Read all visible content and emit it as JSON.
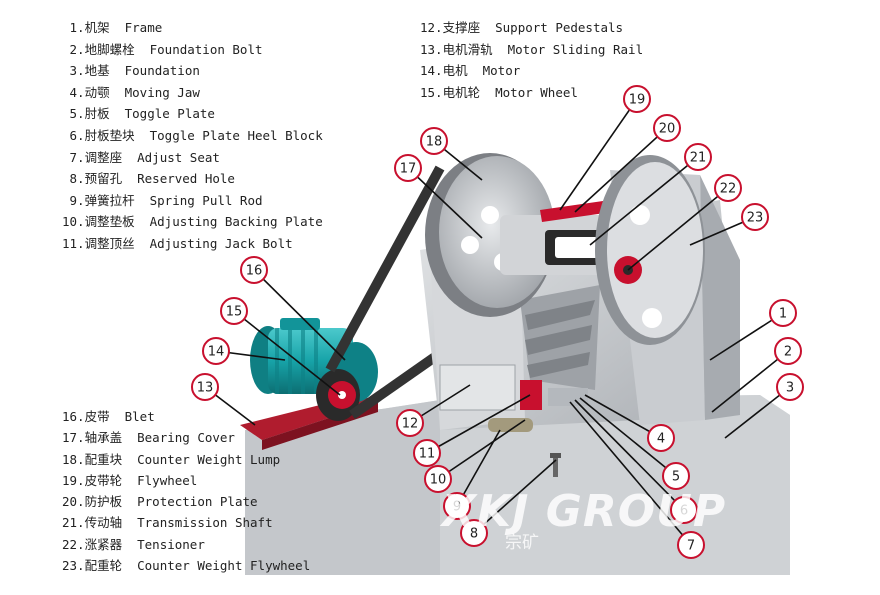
{
  "legend": [
    {
      "num": "1.",
      "cn": "机架",
      "en": "Frame"
    },
    {
      "num": "2.",
      "cn": "地脚螺栓",
      "en": "Foundation Bolt"
    },
    {
      "num": "3.",
      "cn": "地基",
      "en": "Foundation"
    },
    {
      "num": "4.",
      "cn": "动颚",
      "en": "Moving Jaw"
    },
    {
      "num": "5.",
      "cn": "肘板",
      "en": "Toggle Plate"
    },
    {
      "num": "6.",
      "cn": "肘板垫块",
      "en": "Toggle Plate Heel Block"
    },
    {
      "num": "7.",
      "cn": "调整座",
      "en": "Adjust Seat"
    },
    {
      "num": "8.",
      "cn": "预留孔",
      "en": "Reserved Hole"
    },
    {
      "num": "9.",
      "cn": "弹簧拉杆",
      "en": "Spring Pull Rod"
    },
    {
      "num": "10.",
      "cn": "调整垫板",
      "en": "Adjusting Backing Plate"
    },
    {
      "num": "11.",
      "cn": "调整顶丝",
      "en": "Adjusting Jack Bolt"
    },
    {
      "num": "12.",
      "cn": "支撑座",
      "en": "Support Pedestals"
    },
    {
      "num": "13.",
      "cn": "电机滑轨",
      "en": "Motor Sliding Rail"
    },
    {
      "num": "14.",
      "cn": "电机",
      "en": "Motor"
    },
    {
      "num": "15.",
      "cn": "电机轮",
      "en": "Motor Wheel"
    },
    {
      "num": "16.",
      "cn": "皮带",
      "en": "Blet"
    },
    {
      "num": "17.",
      "cn": "轴承盖",
      "en": "Bearing Cover"
    },
    {
      "num": "18.",
      "cn": "配重块",
      "en": "Counter Weight Lump"
    },
    {
      "num": "19.",
      "cn": "皮带轮",
      "en": "Flywheel"
    },
    {
      "num": "20.",
      "cn": "防护板",
      "en": "Protection Plate"
    },
    {
      "num": "21.",
      "cn": "传动轴",
      "en": "Transmission Shaft"
    },
    {
      "num": "22.",
      "cn": "涨紧器",
      "en": "Tensioner"
    },
    {
      "num": "23.",
      "cn": "配重轮",
      "en": "Counter Weight Flywheel"
    }
  ],
  "callouts": [
    "1",
    "2",
    "3",
    "4",
    "5",
    "6",
    "7",
    "8",
    "9",
    "10",
    "11",
    "12",
    "13",
    "14",
    "15",
    "16",
    "17",
    "18",
    "19",
    "20",
    "21",
    "22",
    "23"
  ],
  "watermark": {
    "brand": "XKJ GROUP",
    "logo_text": "XKJ",
    "cn": "宗矿"
  },
  "colors": {
    "callout_red": "#c8102e",
    "frame_gray": "#c9ccd0",
    "motor_teal": "#17a3a8",
    "rail_red": "#b01c2e"
  }
}
